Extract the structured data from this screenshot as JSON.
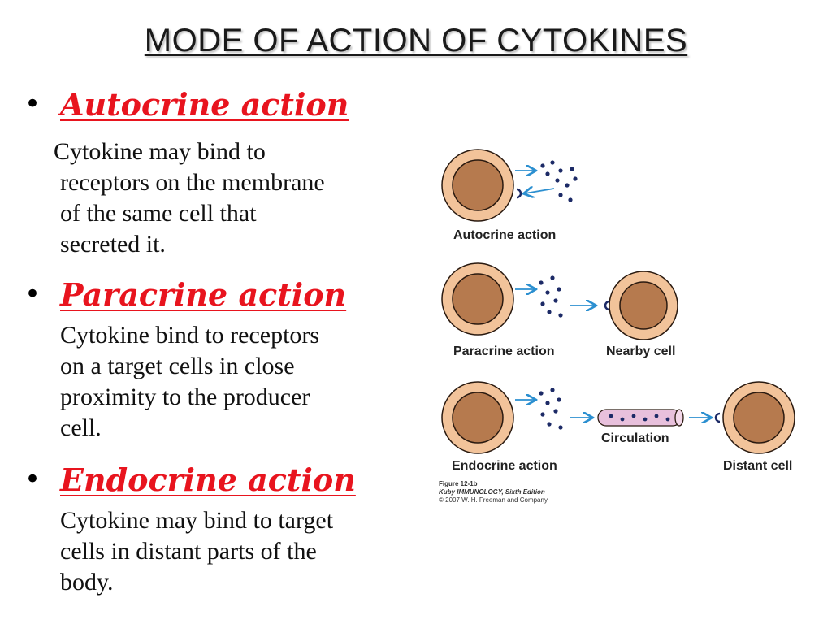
{
  "title": "MODE OF ACTION OF CYTOKINES",
  "sections": [
    {
      "heading": "Autocrine action",
      "text": "Cytokine may bind to\nreceptors on the membrane\nof the same cell that\nsecreted it."
    },
    {
      "heading": "Paracrine  action",
      "text": "Cytokine  bind to receptors\non a target cells in close\nproximity to the producer\ncell."
    },
    {
      "heading": "Endocrine action",
      "text": "Cytokine may bind to target\ncells in distant parts of the\nbody."
    }
  ],
  "bullet_glyph": "•",
  "figure": {
    "labels": {
      "autocrine": "Autocrine action",
      "paracrine": "Paracrine action",
      "nearby": "Nearby cell",
      "circulation": "Circulation",
      "endocrine": "Endocrine action",
      "distant": "Distant cell"
    },
    "caption": {
      "line1": "Figure 12-1b",
      "line2": "Kuby IMMUNOLOGY, Sixth Edition",
      "line3": "© 2007 W. H. Freeman and Company"
    }
  },
  "colors": {
    "heading": "#e8141e",
    "cell_outer": "#f2c39a",
    "cell_nucleus": "#b67a4e",
    "cell_outline": "#2a1a10",
    "arrow": "#2b8fd0",
    "dot": "#1c2a66",
    "vessel": "#e8c0dc"
  }
}
